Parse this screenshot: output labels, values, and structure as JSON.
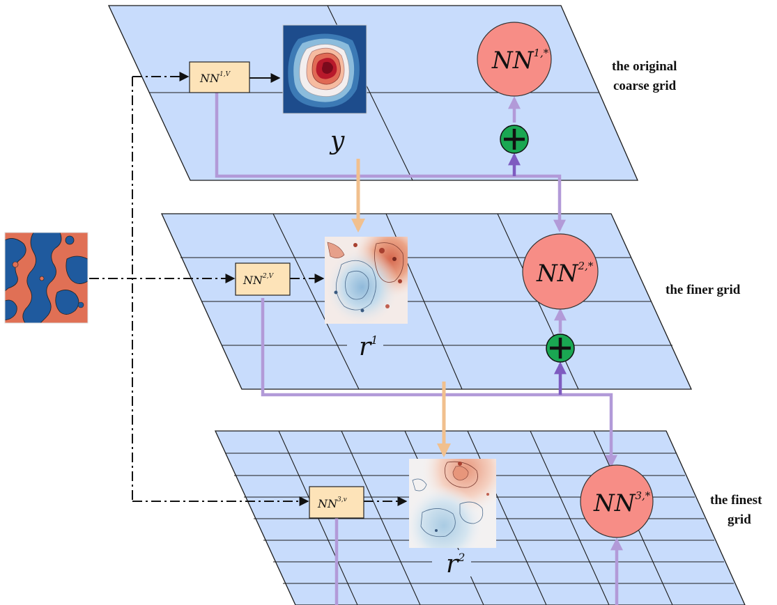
{
  "levels": [
    {
      "id": "coarse",
      "label_lines": [
        "the original",
        "coarse grid"
      ],
      "input_box": {
        "base": "NN",
        "sup": "1,V"
      },
      "output_node": {
        "base": "NN",
        "sup": "1,*"
      },
      "field_variable": {
        "base": "y",
        "sup": ""
      }
    },
    {
      "id": "finer",
      "label_lines": [
        "the finer grid"
      ],
      "input_box": {
        "base": "NN",
        "sup": "2,V"
      },
      "output_node": {
        "base": "NN",
        "sup": "2,*"
      },
      "field_variable": {
        "base": "r",
        "sup": "1"
      }
    },
    {
      "id": "finest",
      "label_lines": [
        "the finest",
        "grid"
      ],
      "input_box": {
        "base": "NN",
        "sup": "3,v"
      },
      "output_node": {
        "base": "NN",
        "sup": "3,*"
      },
      "field_variable": {
        "base": "r",
        "sup": "2"
      }
    }
  ],
  "colors": {
    "grid_plane": "#c8dcfc",
    "input_box": "#fde3b8",
    "output_node": "#f78d86",
    "sum_node": "#1aa752",
    "flow_purple": "#b29ad8",
    "flow_orange": "#f1c08e",
    "permeability_red": "#e07055",
    "permeability_blue": "#1f5a9e"
  },
  "icons": [
    "plus-sum-icon",
    "permeability-map-image",
    "field-heatmap-image"
  ]
}
